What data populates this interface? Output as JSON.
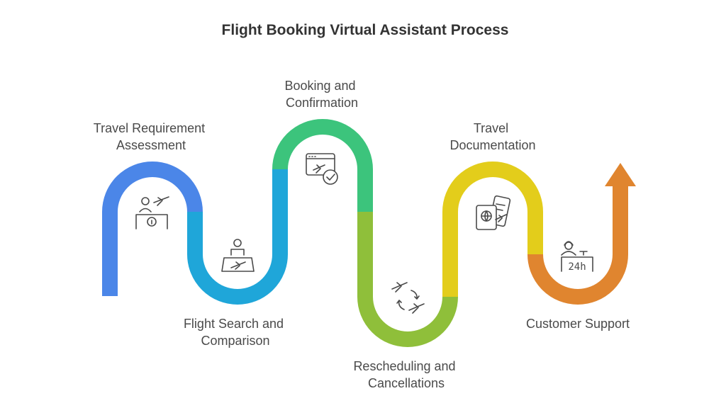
{
  "title": "Flight Booking Virtual Assistant Process",
  "steps": [
    {
      "label_line1": "Travel Requirement",
      "label_line2": "Assessment",
      "color": "#4b86e8",
      "icon": "reception-desk-plane-icon"
    },
    {
      "label_line1": "Flight Search and",
      "label_line2": "Comparison",
      "color": "#1fa6d9",
      "icon": "person-laptop-plane-icon"
    },
    {
      "label_line1": "Booking and",
      "label_line2": "Confirmation",
      "color": "#3cc47c",
      "icon": "browser-plane-check-icon"
    },
    {
      "label_line1": "Rescheduling and",
      "label_line2": "Cancellations",
      "color": "#8fbf3a",
      "icon": "plane-exchange-icon"
    },
    {
      "label_line1": "Travel",
      "label_line2": "Documentation",
      "color": "#e3cd1b",
      "icon": "passport-ticket-icon"
    },
    {
      "label_line1": "Customer Support",
      "label_line2": "",
      "color": "#e0852f",
      "icon": "support-desk-24h-icon"
    }
  ],
  "support_badge": "24h"
}
